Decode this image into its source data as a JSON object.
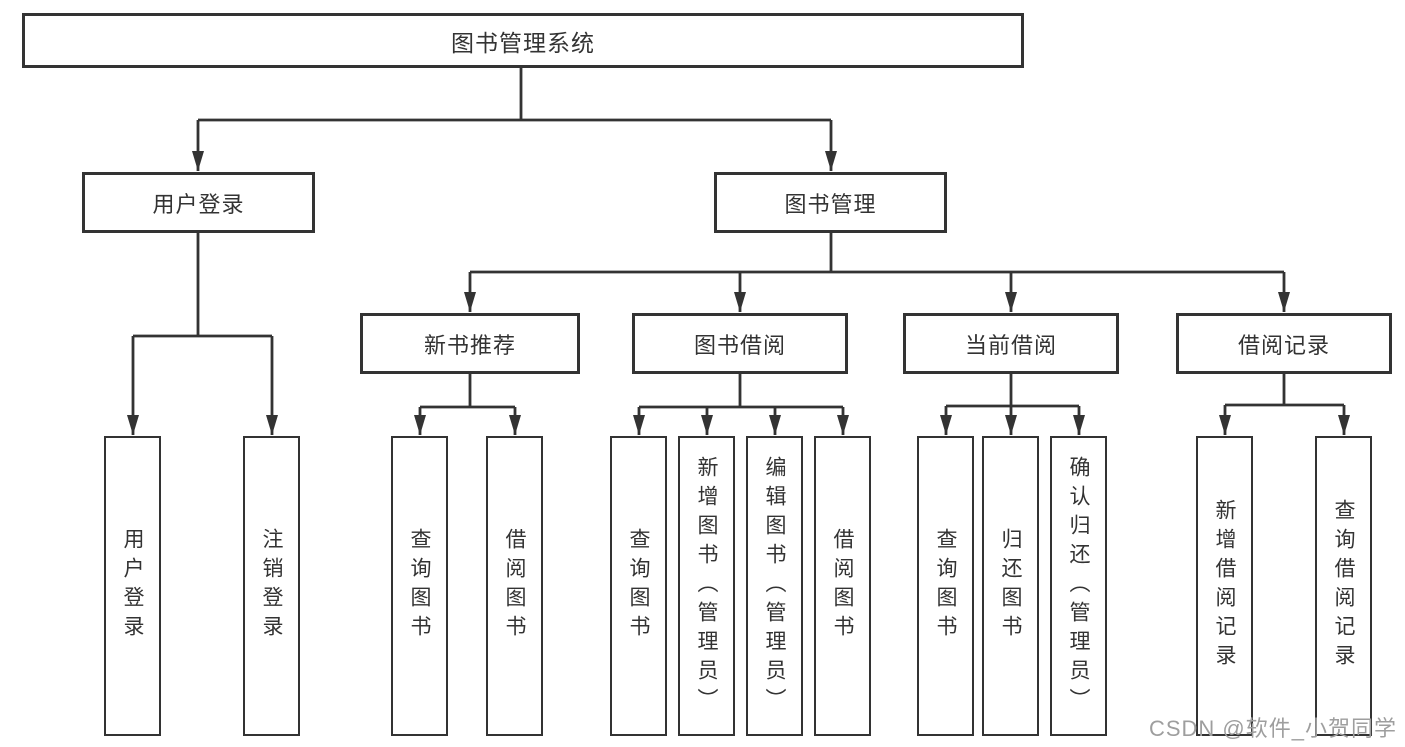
{
  "colors": {
    "line": "#333333",
    "text": "#333333",
    "box_background": "#ffffff",
    "watermark": "#9e9e9e",
    "background": "#ffffff"
  },
  "tree": {
    "root": "图书管理系统",
    "branches": {
      "user_login": "用户登录",
      "book_mgmt": "图书管理"
    },
    "mid_nodes": {
      "new_book_rec": "新书推荐",
      "book_borrow": "图书借阅",
      "current_borrow": "当前借阅",
      "borrow_record": "借阅记录"
    },
    "leaves": {
      "user_login_1": "用户登录",
      "user_login_2": "注销登录",
      "new_book_1": "查询图书",
      "new_book_2": "借阅图书",
      "book_borrow_1": "查询图书",
      "book_borrow_2": "新增图书（管理员）",
      "book_borrow_3": "编辑图书（管理员）",
      "book_borrow_4": "借阅图书",
      "current_1": "查询图书",
      "current_2": "归还图书",
      "current_3": "确认归还（管理员）",
      "record_1": "新增借阅记录",
      "record_2": "查询借阅记录"
    }
  },
  "watermark": {
    "text": "CSDN @软件_小贺同学"
  }
}
